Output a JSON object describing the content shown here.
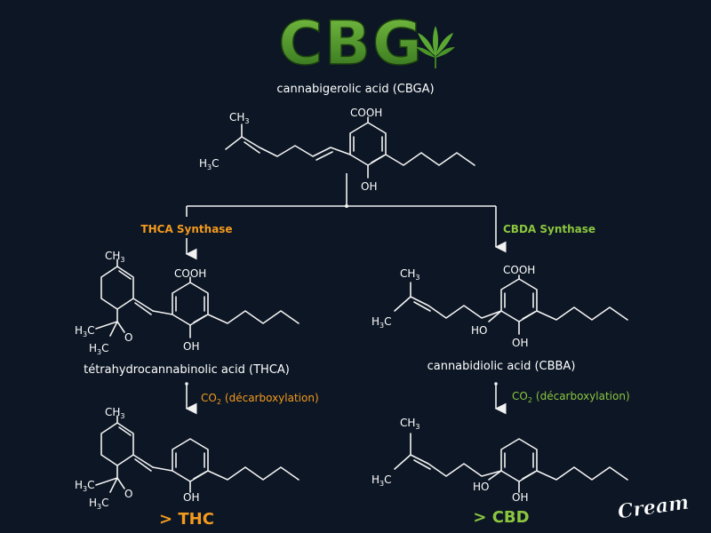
{
  "header": {
    "logo_text": "CBG",
    "subtitle": "cannabigerolic acid (CBGA)"
  },
  "labels": {
    "cooh": "COOH",
    "oh": "OH",
    "ho": "HO",
    "o": "O",
    "ch": "CH",
    "hc": "H",
    "c_tail": "C",
    "sub3": "3",
    "co2_base": "CO",
    "co2_sub": "2"
  },
  "left_branch": {
    "enzyme": "THCA Synthase",
    "intermediate": "tétrahydrocannabinolic acid (THCA)",
    "step": "(décarboxylation)",
    "result": "> THC",
    "color": "#f39a1e"
  },
  "right_branch": {
    "enzyme": "CBDA Synthase",
    "intermediate": "cannabidiolic acid (CBBA)",
    "step": "(décarboxylation)",
    "result": "> CBD",
    "color": "#8cc63f"
  },
  "watermark": "Cream",
  "colors": {
    "background": "#0c1624",
    "logo_green": "#4e9a2a"
  }
}
